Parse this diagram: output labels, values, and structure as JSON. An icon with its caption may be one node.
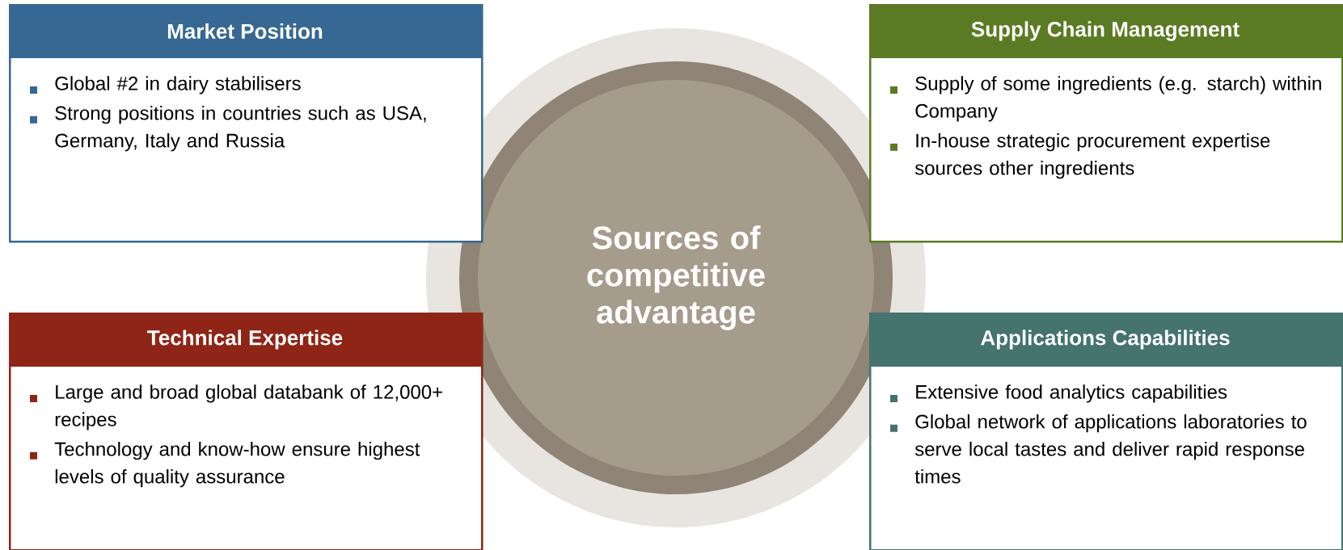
{
  "diagram": {
    "nodes": [
      {
        "text": [
          "Market Position",
          "Global #2 in dairy stabilisers",
          "Strong positions in countries such as USA, Germany, Italy and Russia"
        ]
      },
      {
        "text": [
          "Supply Chain Management",
          "Supply of some ingredients (e.g. starch) within Company",
          "In-house strategic procurement expertise sources other ingredients"
        ]
      },
      {
        "text": [
          "Sources of competitive advantage"
        ]
      },
      {
        "text": [
          "Technical Expertise",
          "Large and broad global databank of 12,000+ recipes",
          "Technology and know-how ensure highest levels of quality assurance"
        ]
      },
      {
        "text": [
          "Applications Capabilities",
          "Extensive food analytics capabilities",
          "Global network of applications laboratories to serve local tastes and deliver rapid response times"
        ]
      }
    ]
  }
}
